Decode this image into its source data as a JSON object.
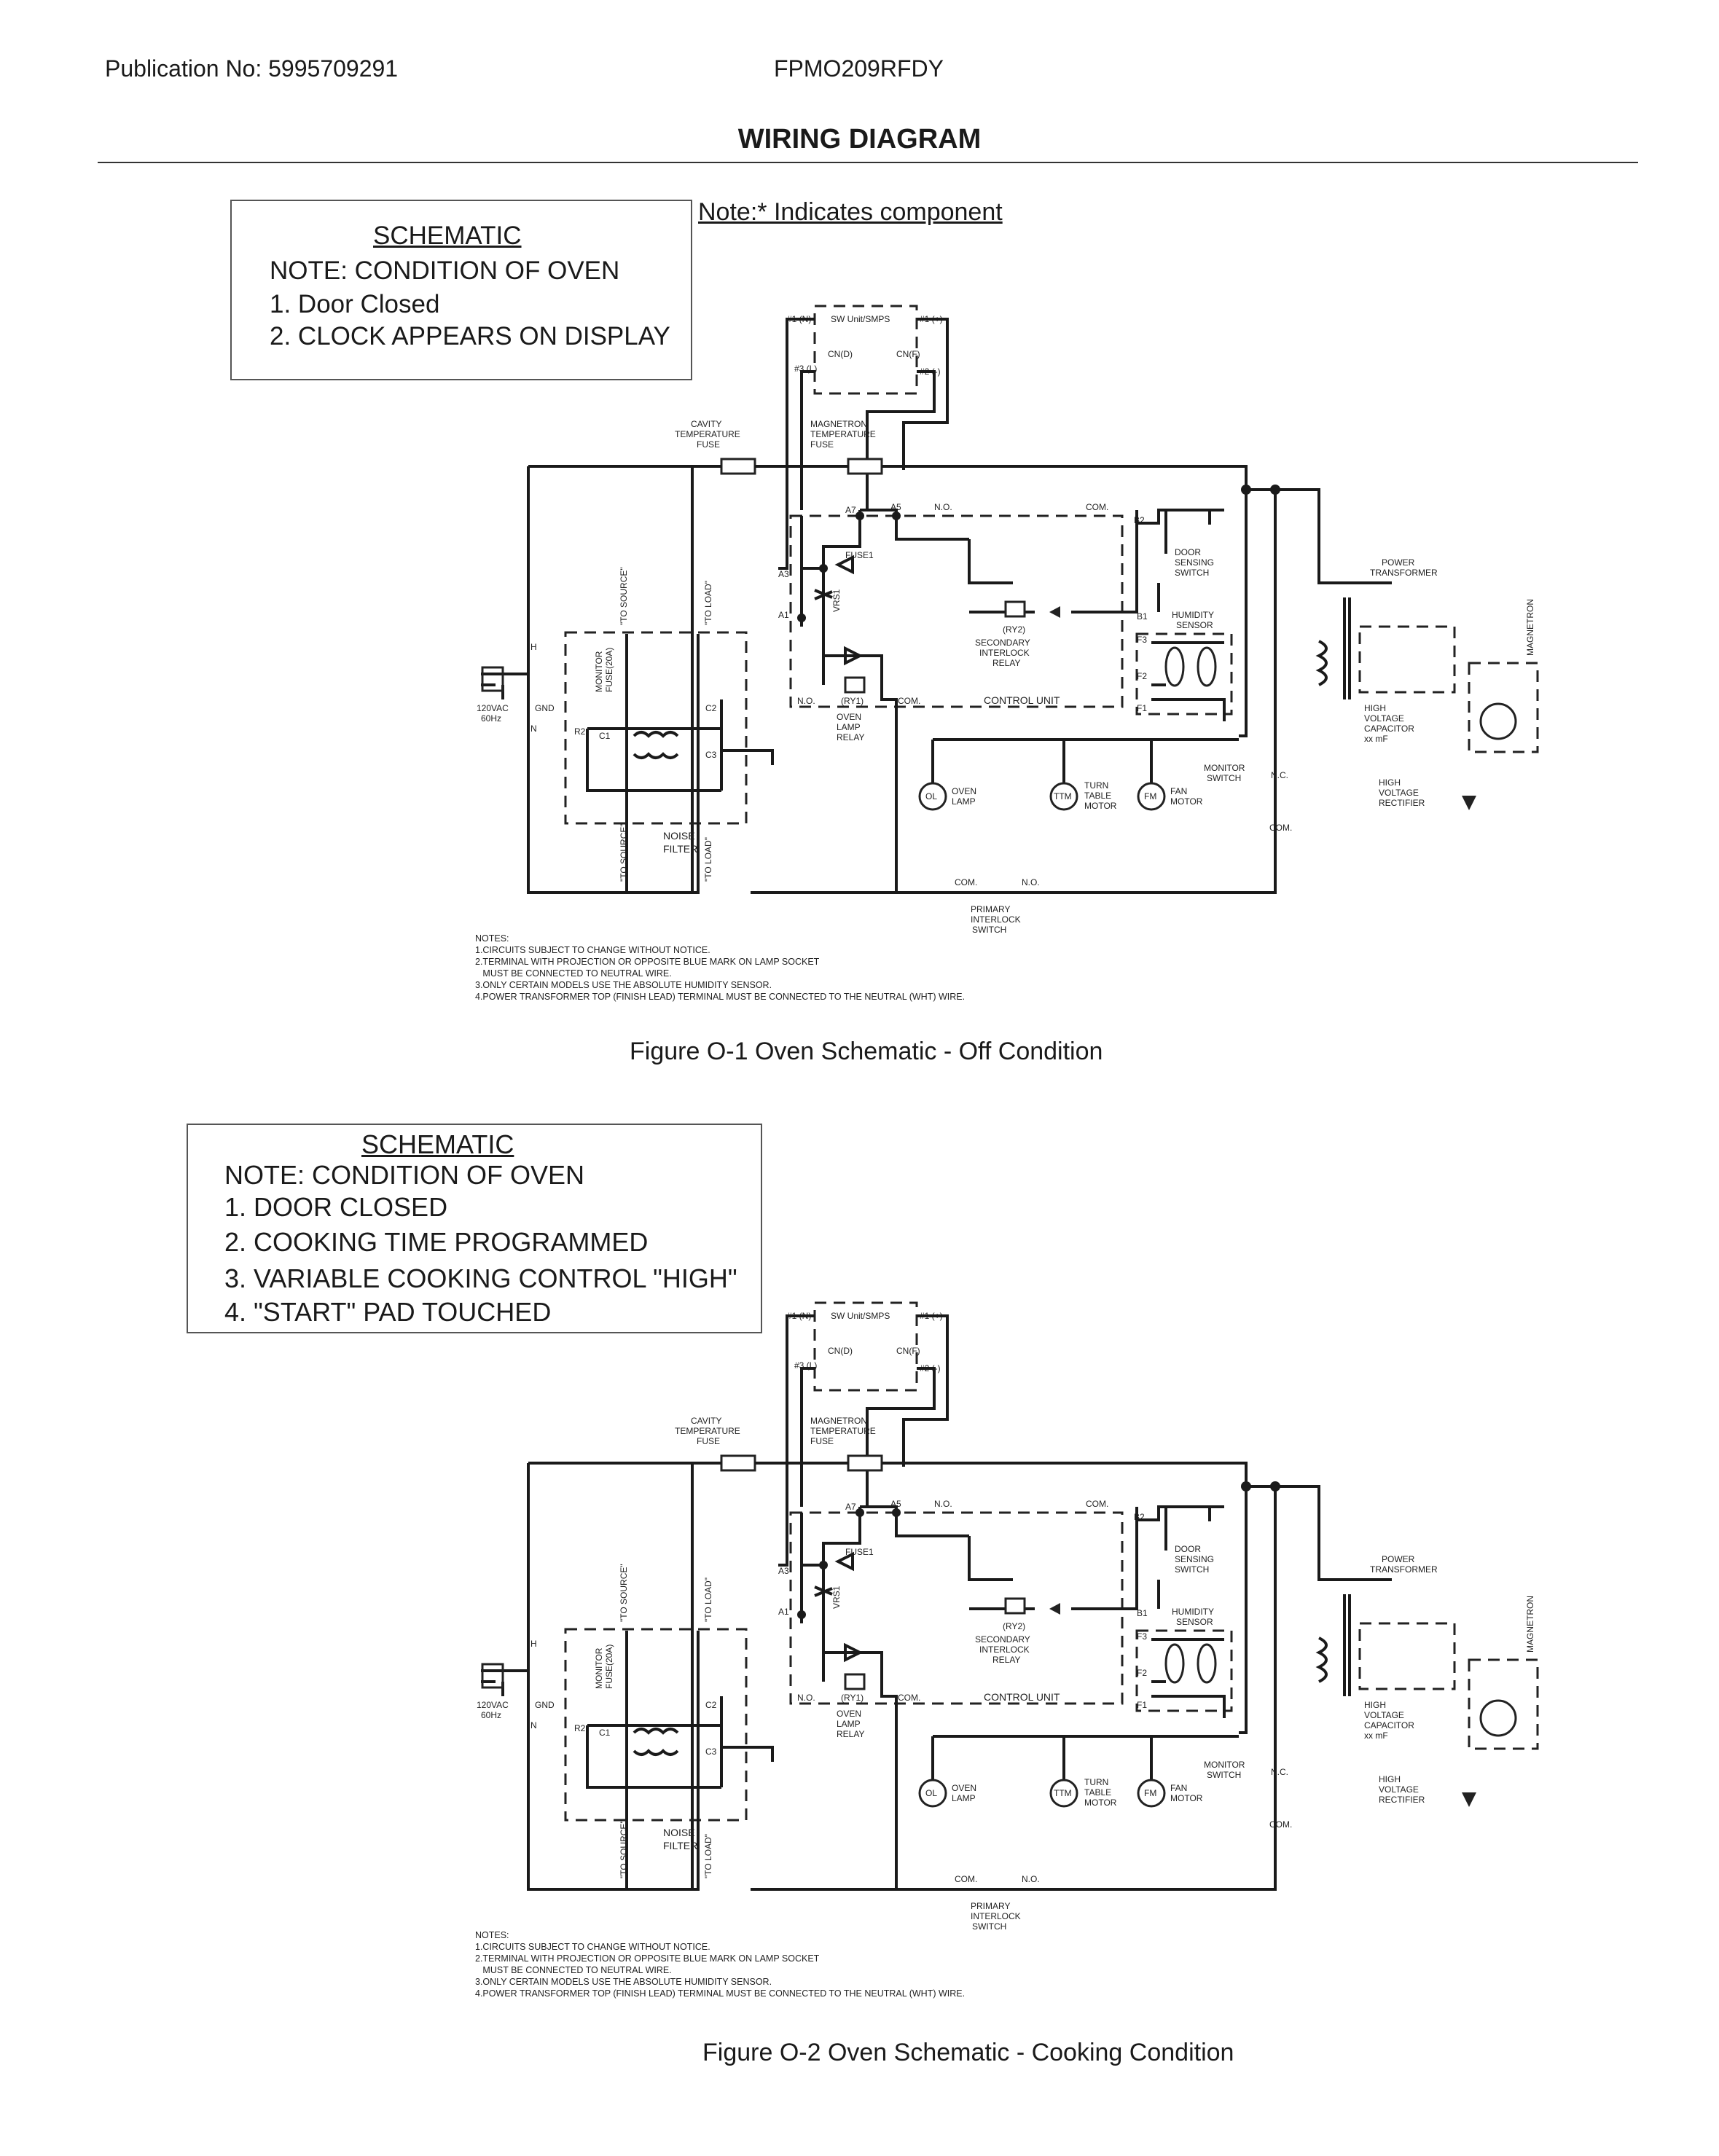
{
  "header": {
    "publication": "Publication No: 5995709291",
    "model": "FPMO209RFDY",
    "title": "WIRING DIAGRAM",
    "component_note": "Note:* Indicates component"
  },
  "figure1": {
    "box": {
      "heading": "SCHEMATIC",
      "line1": "NOTE: CONDITION OF OVEN",
      "line2": "1. Door Closed",
      "line3": "2. CLOCK APPEARS ON DISPLAY"
    },
    "caption": "Figure O-1 Oven Schematic - Off  Condition"
  },
  "figure2": {
    "box": {
      "heading": "SCHEMATIC",
      "line1": "NOTE: CONDITION OF OVEN",
      "line2": "1. DOOR CLOSED",
      "line3": "2. COOKING TIME PROGRAMMED",
      "line4": "3. VARIABLE COOKING CONTROL \"HIGH\"",
      "line5": "4. \"START\" PAD TOUCHED"
    },
    "caption": "Figure O-2 Oven Schematic - Cooking Condition"
  },
  "schematic": {
    "sw_unit": "SW Unit/SMPS",
    "t1n": "#1 (N)",
    "t1p": "#1 (+)",
    "t3": "#3 (L)",
    "t2": "#2 (-)",
    "cn_a": "CN(D)",
    "cn_b": "CN(F)",
    "cavity_fuse": [
      "CAVITY",
      "TEMPERATURE",
      "FUSE"
    ],
    "mag_fuse": [
      "MAGNETRON",
      "TEMPERATURE",
      "FUSE"
    ],
    "a7": "A7",
    "a5": "A5",
    "a3": "A3",
    "a1": "A1",
    "no": "N.O.",
    "com": "COM.",
    "b2": "B2",
    "b1": "B1",
    "f3": "F3",
    "f2": "F2",
    "f1": "F1",
    "fuse1": "FUSE1",
    "vrs1": "VRS1",
    "door_sw": [
      "DOOR",
      "SENSING",
      "SWITCH"
    ],
    "ry2": "(RY2)",
    "sec_relay": [
      "SECONDARY",
      "INTERLOCK",
      "RELAY"
    ],
    "humidity": [
      "HUMIDITY",
      "SENSOR"
    ],
    "ry1": "(RY1)",
    "lamp_relay": [
      "OVEN",
      "LAMP",
      "RELAY"
    ],
    "control_unit": "CONTROL UNIT",
    "power_tr": [
      "POWER",
      "TRANSFORMER"
    ],
    "magnetron": "MAGNETRON",
    "hv_cap": [
      "HIGH",
      "VOLTAGE",
      "CAPACITOR",
      "xx mF"
    ],
    "hv_rect": [
      "HIGH",
      "VOLTAGE",
      "RECTIFIER"
    ],
    "monitor_sw": [
      "MONITOR",
      "SWITCH"
    ],
    "nc": "N.C.",
    "ol": "OL",
    "ttm": "TTM",
    "fm": "FM",
    "oven_lamp": [
      "OVEN",
      "LAMP"
    ],
    "tt_motor": [
      "TURN",
      "TABLE",
      "MOTOR"
    ],
    "fan_motor": [
      "FAN",
      "MOTOR"
    ],
    "primary_sw": [
      "PRIMARY",
      "INTERLOCK",
      "SWITCH"
    ],
    "h": "H",
    "n": "N",
    "gnd": "GND",
    "supply": [
      "120VAC",
      "60Hz"
    ],
    "to_source": "\"TO SOURCE\"",
    "to_load": "\"TO LOAD\"",
    "monitor_fuse": [
      "MONITOR",
      "FUSE(20A)"
    ],
    "r2": "R2",
    "c1": "C1",
    "c2": "C2",
    "c3": "C3",
    "noise_filter": [
      "NOISE",
      "FILTER"
    ],
    "notes": [
      "NOTES:",
      "1.CIRCUITS SUBJECT TO CHANGE WITHOUT NOTICE.",
      "2.TERMINAL WITH PROJECTION OR OPPOSITE BLUE MARK ON LAMP SOCKET",
      "   MUST BE CONNECTED TO NEUTRAL WIRE.",
      "3.ONLY CERTAIN MODELS USE THE ABSOLUTE HUMIDITY SENSOR.",
      "4.POWER TRANSFORMER TOP (FINISH LEAD) TERMINAL MUST BE CONNECTED TO THE NEUTRAL (WHT) WIRE."
    ]
  }
}
